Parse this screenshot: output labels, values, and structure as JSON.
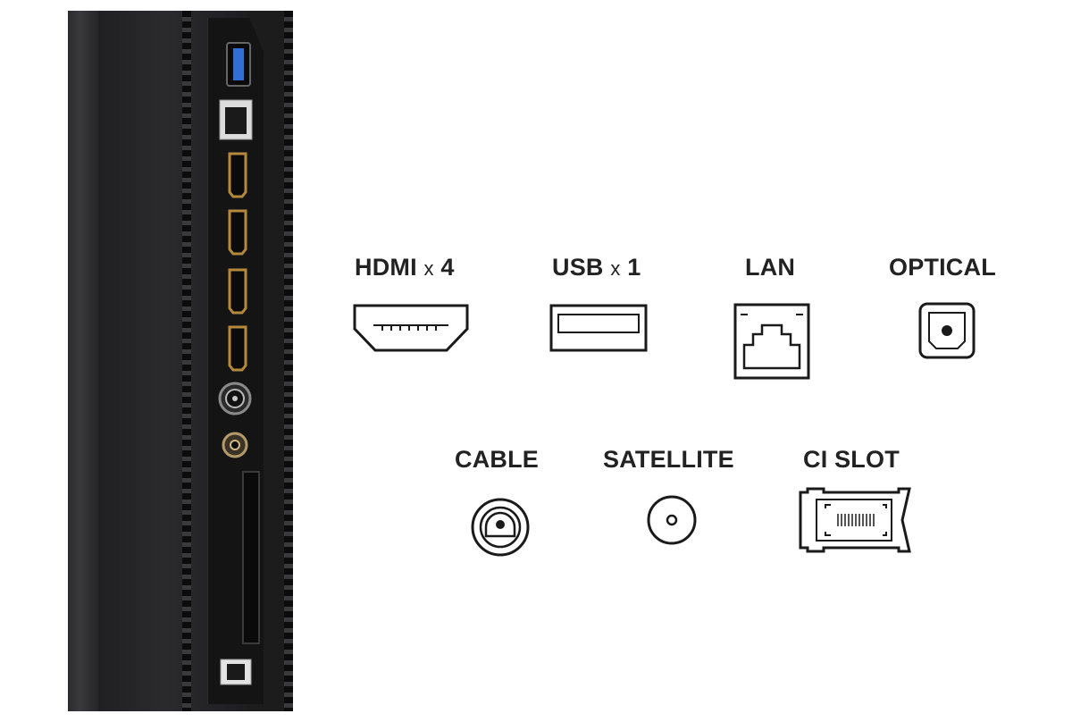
{
  "connectors": {
    "hdmi": {
      "name": "HDMI",
      "mult": "x",
      "count": "4"
    },
    "usb": {
      "name": "USB",
      "mult": "x",
      "count": "1"
    },
    "lan": {
      "name": "LAN"
    },
    "optical": {
      "name": "OPTICAL"
    },
    "cable": {
      "name": "CABLE"
    },
    "satellite": {
      "name": "SATELLITE"
    },
    "ci_slot": {
      "name": "CI SLOT"
    }
  },
  "colors": {
    "text": "#222222",
    "icon_stroke": "#1a1a1a",
    "tv_body": "#1c1c1d",
    "usb_blue": "#2f6fd6",
    "hdmi_gold": "#b38a3c"
  }
}
